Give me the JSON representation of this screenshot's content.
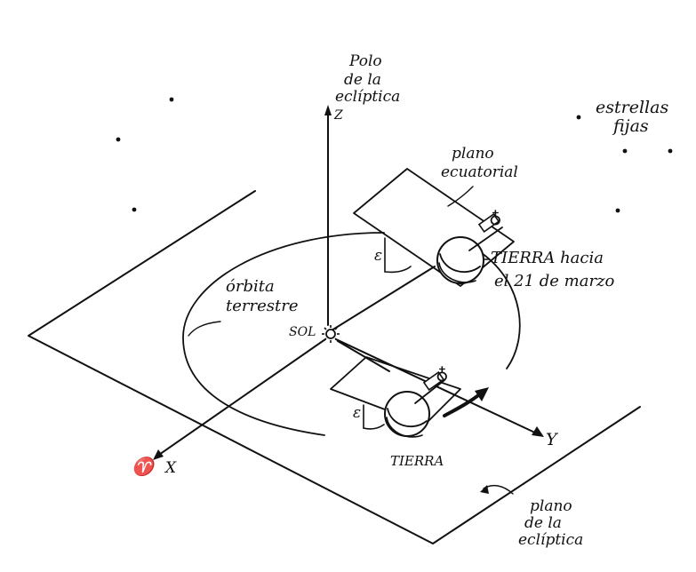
{
  "labels": {
    "polo_line1": "Polo",
    "polo_line2": "de la",
    "polo_line3": "eclíptica",
    "z_axis": "Z",
    "estrellas_line1": "estrellas",
    "estrellas_line2": "fijas",
    "plano_ecuatorial_line1": "plano",
    "plano_ecuatorial_line2": "ecuatorial",
    "orbita_line1": "órbita",
    "orbita_line2": "terrestre",
    "sol": "SOL",
    "tierra_marzo_line1": "TIERRA hacia",
    "tierra_marzo_line2": "el 21 de marzo",
    "tierra": "TIERRA",
    "epsilon_upper": "ε",
    "epsilon_lower": "ε",
    "axis_x": "X",
    "axis_y": "Y",
    "aries_symbol": "♈",
    "plano_ecliptica_line1": "plano",
    "plano_ecliptica_line2": "de la",
    "plano_ecliptica_line3": "eclíptica",
    "pole_symbol_upper": "♁",
    "pole_symbol_lower": "♁"
  },
  "colors": {
    "ink": "#111111",
    "background": "#ffffff"
  }
}
